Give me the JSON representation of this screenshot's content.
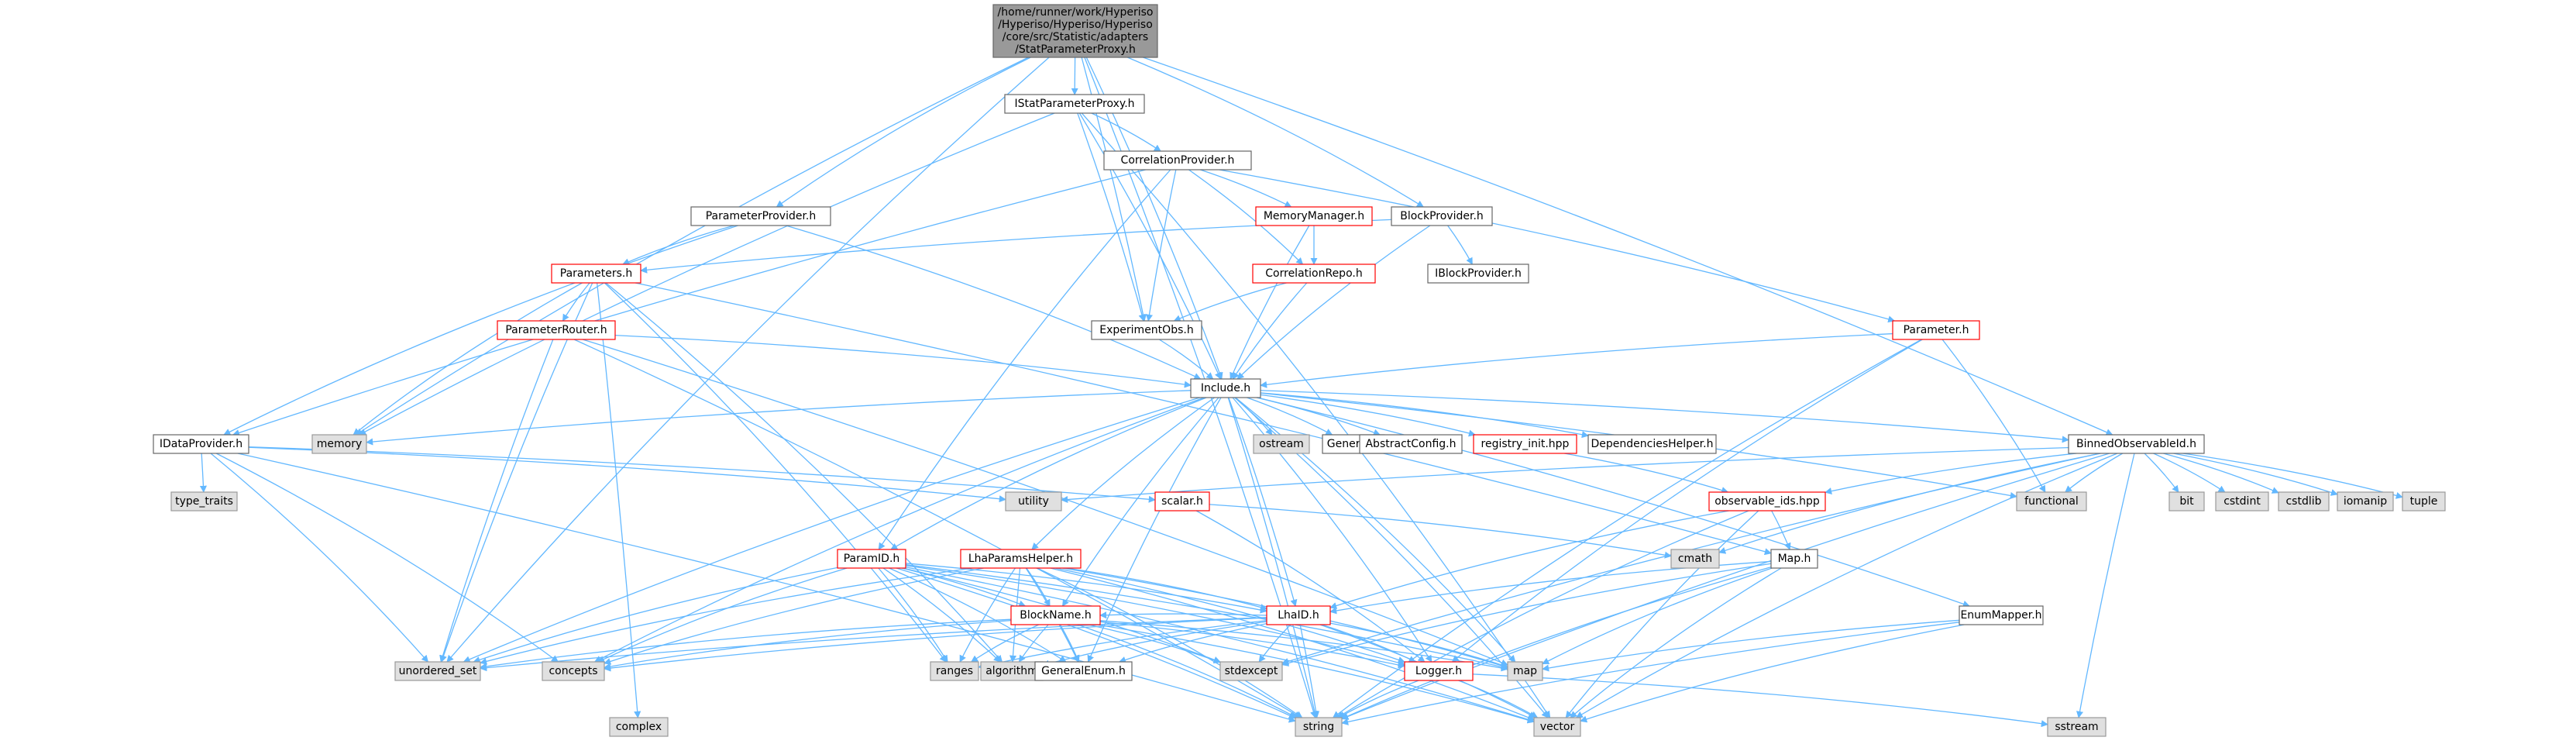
{
  "title": "/home/runner/work/Hyperiso/Hyperiso/Hyperiso/core/src/Statistic/adapters/StatParameterProxy.h",
  "colors": {
    "edge": "#63b8ff",
    "root_fill": "#999999",
    "root_stroke": "#666666",
    "file_fill": "#ffffff",
    "file_stroke": "#666666",
    "sys_fill": "#e0e0e0",
    "sys_stroke": "#999999",
    "trunc_stroke": "#ff0000"
  },
  "nodes": [
    {
      "id": "root",
      "kind": "root",
      "lines": [
        "/home/runner/work/Hyperiso",
        "/Hyperiso/Hyperiso/Hyperiso",
        "/core/src/Statistic/adapters",
        "/StatParameterProxy.h"
      ]
    },
    {
      "id": "istat",
      "kind": "file",
      "lines": [
        "IStatParameterProxy.h"
      ]
    },
    {
      "id": "corrprov",
      "kind": "file",
      "lines": [
        "CorrelationProvider.h"
      ]
    },
    {
      "id": "paramprov",
      "kind": "file",
      "lines": [
        "ParameterProvider.h"
      ]
    },
    {
      "id": "memmgr",
      "kind": "trunc",
      "lines": [
        "MemoryManager.h"
      ]
    },
    {
      "id": "blockprov",
      "kind": "file",
      "lines": [
        "BlockProvider.h"
      ]
    },
    {
      "id": "params",
      "kind": "trunc",
      "lines": [
        "Parameters.h"
      ]
    },
    {
      "id": "corrrepo",
      "kind": "trunc",
      "lines": [
        "CorrelationRepo.h"
      ]
    },
    {
      "id": "iblockprov",
      "kind": "file",
      "lines": [
        "IBlockProvider.h"
      ]
    },
    {
      "id": "paramrouter",
      "kind": "trunc",
      "lines": [
        "ParameterRouter.h"
      ]
    },
    {
      "id": "expobs",
      "kind": "file",
      "lines": [
        "ExperimentObs.h"
      ]
    },
    {
      "id": "parameter",
      "kind": "trunc",
      "lines": [
        "Parameter.h"
      ]
    },
    {
      "id": "include",
      "kind": "file",
      "lines": [
        "Include.h"
      ]
    },
    {
      "id": "idataprov",
      "kind": "file",
      "lines": [
        "IDataProvider.h"
      ]
    },
    {
      "id": "memory",
      "kind": "sys",
      "lines": [
        "memory"
      ]
    },
    {
      "id": "ostream",
      "kind": "sys",
      "lines": [
        "ostream"
      ]
    },
    {
      "id": "general",
      "kind": "file",
      "lines": [
        "General.h"
      ]
    },
    {
      "id": "absconfig",
      "kind": "file",
      "lines": [
        "AbstractConfig.h"
      ]
    },
    {
      "id": "reginit",
      "kind": "trunc",
      "lines": [
        "registry_init.hpp"
      ]
    },
    {
      "id": "dephelper",
      "kind": "file",
      "lines": [
        "DependenciesHelper.h"
      ]
    },
    {
      "id": "binobs",
      "kind": "file",
      "lines": [
        "BinnedObservableId.h"
      ]
    },
    {
      "id": "typetraits",
      "kind": "sys",
      "lines": [
        "type_traits"
      ]
    },
    {
      "id": "utility",
      "kind": "sys",
      "lines": [
        "utility"
      ]
    },
    {
      "id": "scalar",
      "kind": "trunc",
      "lines": [
        "scalar.h"
      ]
    },
    {
      "id": "obsids",
      "kind": "trunc",
      "lines": [
        "observable_ids.hpp"
      ]
    },
    {
      "id": "functional",
      "kind": "sys",
      "lines": [
        "functional"
      ]
    },
    {
      "id": "bit",
      "kind": "sys",
      "lines": [
        "bit"
      ]
    },
    {
      "id": "cstdint",
      "kind": "sys",
      "lines": [
        "cstdint"
      ]
    },
    {
      "id": "cstdlib",
      "kind": "sys",
      "lines": [
        "cstdlib"
      ]
    },
    {
      "id": "iomanip",
      "kind": "sys",
      "lines": [
        "iomanip"
      ]
    },
    {
      "id": "tuple",
      "kind": "sys",
      "lines": [
        "tuple"
      ]
    },
    {
      "id": "paramid",
      "kind": "trunc",
      "lines": [
        "ParamID.h"
      ]
    },
    {
      "id": "lhahelper",
      "kind": "trunc",
      "lines": [
        "LhaParamsHelper.h"
      ]
    },
    {
      "id": "cmath",
      "kind": "sys",
      "lines": [
        "cmath"
      ]
    },
    {
      "id": "map_h",
      "kind": "file",
      "lines": [
        "Map.h"
      ]
    },
    {
      "id": "blockname",
      "kind": "trunc",
      "lines": [
        "BlockName.h"
      ]
    },
    {
      "id": "lhaid",
      "kind": "trunc",
      "lines": [
        "LhaID.h"
      ]
    },
    {
      "id": "enummapper",
      "kind": "file",
      "lines": [
        "EnumMapper.h"
      ]
    },
    {
      "id": "unordered_set",
      "kind": "sys",
      "lines": [
        "unordered_set"
      ]
    },
    {
      "id": "concepts",
      "kind": "sys",
      "lines": [
        "concepts"
      ]
    },
    {
      "id": "ranges",
      "kind": "sys",
      "lines": [
        "ranges"
      ]
    },
    {
      "id": "algorithm",
      "kind": "sys",
      "lines": [
        "algorithm"
      ]
    },
    {
      "id": "generalenum",
      "kind": "file",
      "lines": [
        "GeneralEnum.h"
      ]
    },
    {
      "id": "stdexcept",
      "kind": "sys",
      "lines": [
        "stdexcept"
      ]
    },
    {
      "id": "map",
      "kind": "sys",
      "lines": [
        "map"
      ]
    },
    {
      "id": "logger",
      "kind": "trunc",
      "lines": [
        "Logger.h"
      ]
    },
    {
      "id": "complex",
      "kind": "sys",
      "lines": [
        "complex"
      ]
    },
    {
      "id": "string",
      "kind": "sys",
      "lines": [
        "string"
      ]
    },
    {
      "id": "vector",
      "kind": "sys",
      "lines": [
        "vector"
      ]
    },
    {
      "id": "sstream",
      "kind": "sys",
      "lines": [
        "sstream"
      ]
    }
  ],
  "edges": [
    [
      "root",
      "istat"
    ],
    [
      "root",
      "paramprov"
    ],
    [
      "root",
      "blockprov"
    ],
    [
      "root",
      "include"
    ],
    [
      "root",
      "expobs"
    ],
    [
      "root",
      "memory"
    ],
    [
      "root",
      "string"
    ],
    [
      "root",
      "unordered_set"
    ],
    [
      "root",
      "binobs"
    ],
    [
      "istat",
      "corrprov"
    ],
    [
      "istat",
      "expobs"
    ],
    [
      "istat",
      "include"
    ],
    [
      "istat",
      "memory"
    ],
    [
      "istat",
      "vector"
    ],
    [
      "corrprov",
      "memmgr"
    ],
    [
      "corrprov",
      "corrrepo"
    ],
    [
      "corrprov",
      "expobs"
    ],
    [
      "corrprov",
      "idataprov"
    ],
    [
      "corrprov",
      "paramid"
    ],
    [
      "corrprov",
      "parameter"
    ],
    [
      "memmgr",
      "corrrepo"
    ],
    [
      "memmgr",
      "include"
    ],
    [
      "corrrepo",
      "expobs"
    ],
    [
      "corrrepo",
      "include"
    ],
    [
      "paramprov",
      "params"
    ],
    [
      "paramprov",
      "include"
    ],
    [
      "paramprov",
      "idataprov"
    ],
    [
      "blockprov",
      "params"
    ],
    [
      "blockprov",
      "iblockprov"
    ],
    [
      "blockprov",
      "include"
    ],
    [
      "params",
      "paramrouter"
    ],
    [
      "params",
      "memory"
    ],
    [
      "params",
      "unordered_set"
    ],
    [
      "params",
      "ranges"
    ],
    [
      "params",
      "algorithm"
    ],
    [
      "params",
      "map_h"
    ],
    [
      "params",
      "complex"
    ],
    [
      "paramrouter",
      "include"
    ],
    [
      "paramrouter",
      "unordered_set"
    ],
    [
      "paramrouter",
      "string"
    ],
    [
      "paramrouter",
      "map"
    ],
    [
      "expobs",
      "include"
    ],
    [
      "parameter",
      "include"
    ],
    [
      "parameter",
      "functional"
    ],
    [
      "parameter",
      "string"
    ],
    [
      "parameter",
      "logger"
    ],
    [
      "include",
      "memory"
    ],
    [
      "include",
      "ostream"
    ],
    [
      "include",
      "general"
    ],
    [
      "include",
      "absconfig"
    ],
    [
      "include",
      "reginit"
    ],
    [
      "include",
      "dephelper"
    ],
    [
      "include",
      "binobs"
    ],
    [
      "include",
      "paramid"
    ],
    [
      "include",
      "lhahelper"
    ],
    [
      "include",
      "blockname"
    ],
    [
      "include",
      "lhaid"
    ],
    [
      "include",
      "logger"
    ],
    [
      "include",
      "enummapper"
    ],
    [
      "include",
      "map"
    ],
    [
      "include",
      "concepts"
    ],
    [
      "include",
      "string"
    ],
    [
      "include",
      "vector"
    ],
    [
      "include",
      "unordered_set"
    ],
    [
      "include",
      "functional"
    ],
    [
      "include",
      "generalenum"
    ],
    [
      "reginit",
      "obsids"
    ],
    [
      "idataprov",
      "typetraits"
    ],
    [
      "idataprov",
      "utility"
    ],
    [
      "idataprov",
      "scalar"
    ],
    [
      "idataprov",
      "string"
    ],
    [
      "idataprov",
      "concepts"
    ],
    [
      "idataprov",
      "unordered_set"
    ],
    [
      "binobs",
      "utility"
    ],
    [
      "binobs",
      "obsids"
    ],
    [
      "binobs",
      "functional"
    ],
    [
      "binobs",
      "bit"
    ],
    [
      "binobs",
      "cstdint"
    ],
    [
      "binobs",
      "cstdlib"
    ],
    [
      "binobs",
      "iomanip"
    ],
    [
      "binobs",
      "tuple"
    ],
    [
      "binobs",
      "cmath"
    ],
    [
      "binobs",
      "string"
    ],
    [
      "binobs",
      "sstream"
    ],
    [
      "binobs",
      "stdexcept"
    ],
    [
      "binobs",
      "vector"
    ],
    [
      "scalar",
      "cmath"
    ],
    [
      "scalar",
      "logger"
    ],
    [
      "obsids",
      "map_h"
    ],
    [
      "obsids",
      "lhaid"
    ],
    [
      "obsids",
      "string"
    ],
    [
      "obsids",
      "vector"
    ],
    [
      "map_h",
      "lhaid"
    ],
    [
      "map_h",
      "map"
    ],
    [
      "map_h",
      "stdexcept"
    ],
    [
      "map_h",
      "string"
    ],
    [
      "map_h",
      "vector"
    ],
    [
      "paramid",
      "blockname"
    ],
    [
      "paramid",
      "lhaid"
    ],
    [
      "paramid",
      "logger"
    ],
    [
      "paramid",
      "unordered_set"
    ],
    [
      "paramid",
      "concepts"
    ],
    [
      "paramid",
      "ranges"
    ],
    [
      "paramid",
      "algorithm"
    ],
    [
      "paramid",
      "generalenum"
    ],
    [
      "paramid",
      "stdexcept"
    ],
    [
      "paramid",
      "map"
    ],
    [
      "paramid",
      "string"
    ],
    [
      "paramid",
      "vector"
    ],
    [
      "lhahelper",
      "blockname"
    ],
    [
      "lhahelper",
      "lhaid"
    ],
    [
      "lhahelper",
      "logger"
    ],
    [
      "lhahelper",
      "unordered_set"
    ],
    [
      "lhahelper",
      "concepts"
    ],
    [
      "lhahelper",
      "ranges"
    ],
    [
      "lhahelper",
      "algorithm"
    ],
    [
      "lhahelper",
      "generalenum"
    ],
    [
      "lhahelper",
      "map"
    ],
    [
      "lhahelper",
      "string"
    ],
    [
      "lhahelper",
      "vector"
    ],
    [
      "blockname",
      "logger"
    ],
    [
      "blockname",
      "unordered_set"
    ],
    [
      "blockname",
      "concepts"
    ],
    [
      "blockname",
      "ranges"
    ],
    [
      "blockname",
      "algorithm"
    ],
    [
      "blockname",
      "generalenum"
    ],
    [
      "blockname",
      "stdexcept"
    ],
    [
      "blockname",
      "map"
    ],
    [
      "blockname",
      "string"
    ],
    [
      "blockname",
      "vector"
    ],
    [
      "lhaid",
      "blockname"
    ],
    [
      "lhaid",
      "logger"
    ],
    [
      "lhaid",
      "concepts"
    ],
    [
      "lhaid",
      "ranges"
    ],
    [
      "lhaid",
      "algorithm"
    ],
    [
      "lhaid",
      "generalenum"
    ],
    [
      "lhaid",
      "stdexcept"
    ],
    [
      "lhaid",
      "map"
    ],
    [
      "lhaid",
      "string"
    ],
    [
      "lhaid",
      "vector"
    ],
    [
      "lhaid",
      "unordered_set"
    ],
    [
      "logger",
      "string"
    ],
    [
      "logger",
      "vector"
    ],
    [
      "logger",
      "sstream"
    ],
    [
      "enummapper",
      "map"
    ],
    [
      "enummapper",
      "string"
    ],
    [
      "enummapper",
      "vector"
    ]
  ]
}
